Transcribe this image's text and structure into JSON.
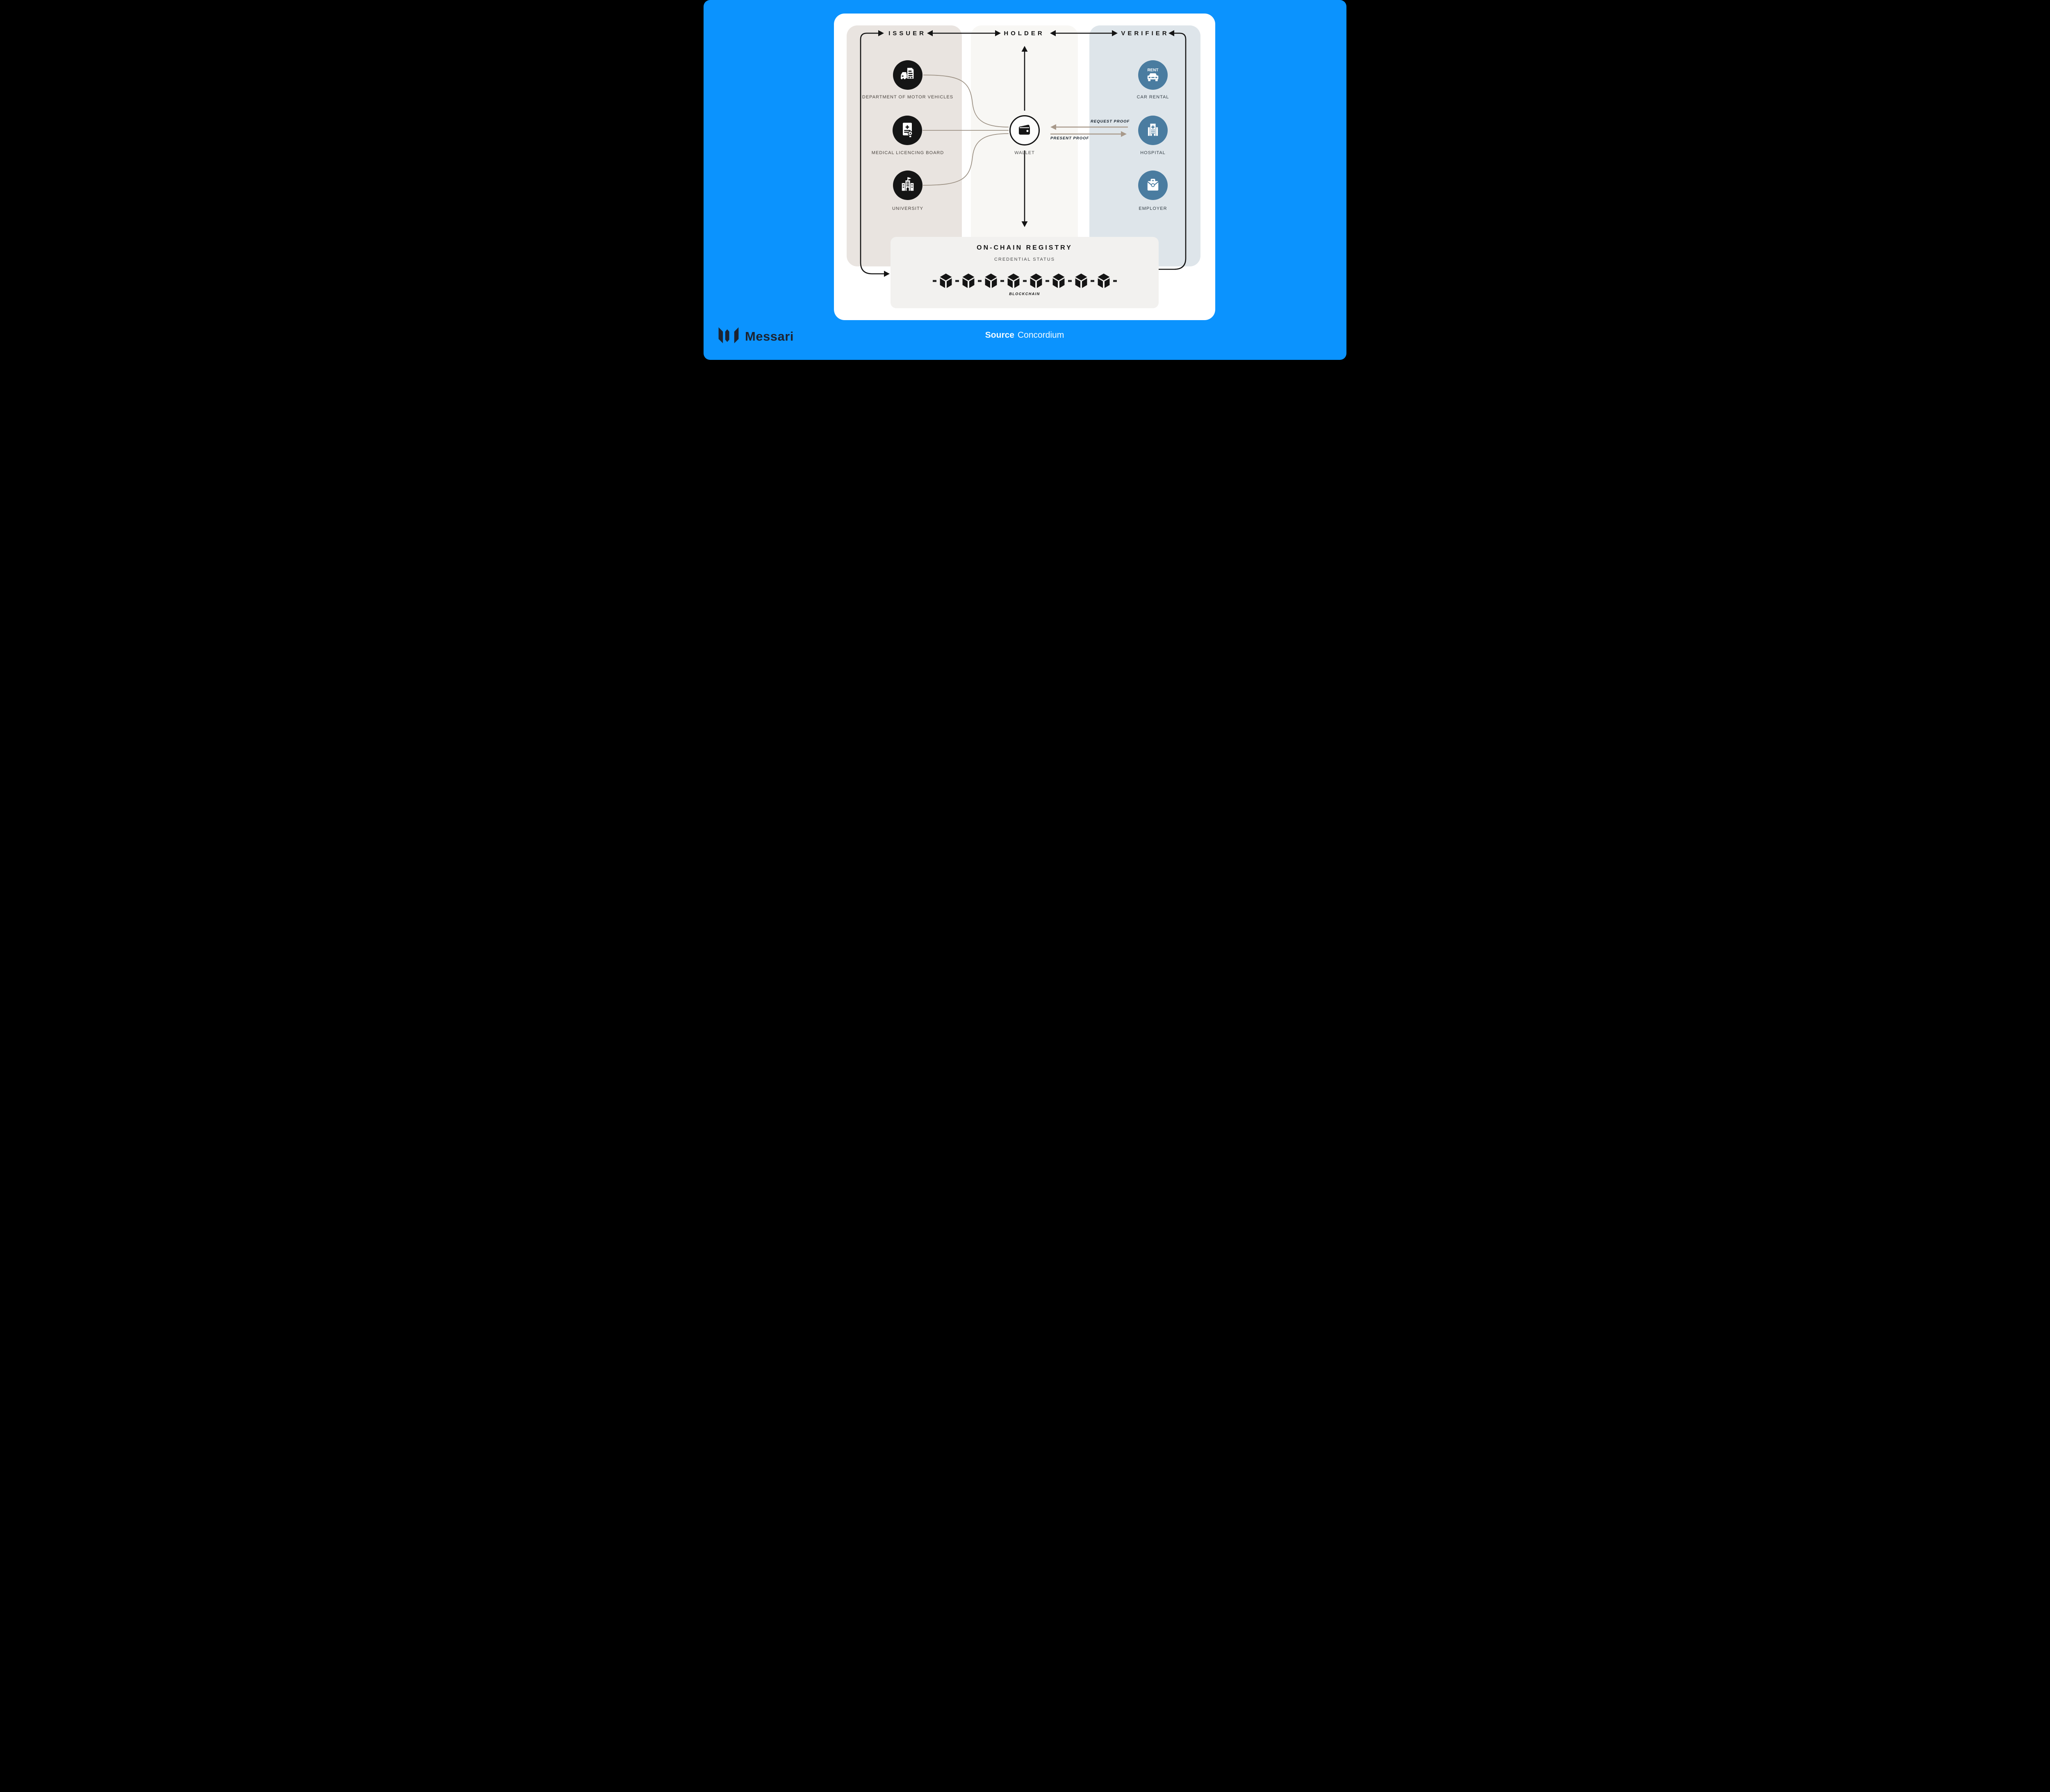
{
  "brand": {
    "name": "Messari",
    "logo_icon": "messari-logo-icon"
  },
  "source": {
    "label": "Source",
    "value": "Concordium"
  },
  "columns": {
    "issuer": {
      "title": "ISSUER",
      "items": [
        {
          "label": "DEPARTMENT OF MOTOR VEHICLES",
          "icon": "car-document-icon"
        },
        {
          "label": "MEDICAL LICENCING BOARD",
          "icon": "certificate-icon"
        },
        {
          "label": "UNIVERSITY",
          "icon": "university-icon"
        }
      ]
    },
    "holder": {
      "title": "HOLDER",
      "wallet_label": "WALLET",
      "wallet_icon": "wallet-icon"
    },
    "verifier": {
      "title": "VERIFIER",
      "items": [
        {
          "label": "CAR RENTAL",
          "icon": "rent-car-icon",
          "badge": "RENT"
        },
        {
          "label": "HOSPITAL",
          "icon": "hospital-icon"
        },
        {
          "label": "EMPLOYER",
          "icon": "briefcase-icon"
        }
      ]
    }
  },
  "flows": {
    "request_proof": "REQUEST PROOF",
    "present_proof": "PRESENT PROOF"
  },
  "registry": {
    "title": "ON-CHAIN REGISTRY",
    "subtitle": "CREDENTIAL STATUS",
    "caption": "BLOCKCHAIN",
    "cube_count": 8,
    "cube_icon": "blockchain-cube-icon"
  },
  "colors": {
    "page_background": "#0b93fe",
    "card": "#ffffff",
    "issuer_panel": "#e9e4e0",
    "holder_panel": "#f8f7f4",
    "verifier_panel": "#dee5ea",
    "registry_panel": "#f2f1ef",
    "issuer_node": "#151515",
    "verifier_node": "#4a7ca0",
    "black_arrows": "#141414",
    "proof_arrows": "#a8998a",
    "issuer_connectors": "#9c9184",
    "brand_text": "#1c2330"
  }
}
